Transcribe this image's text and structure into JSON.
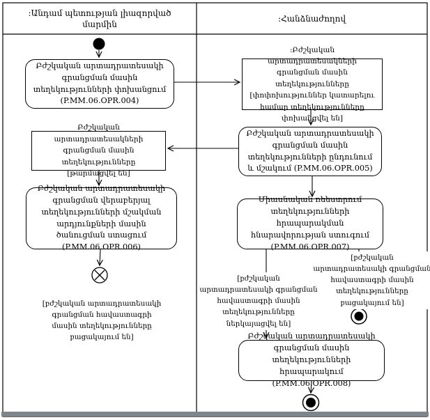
{
  "lanes": {
    "left": {
      "title": ":Անդամ պետության լիազորված մարմին"
    },
    "right": {
      "title": ":Հանձնաժողով"
    }
  },
  "nodes": {
    "transfer_info": {
      "text": "Բժշկական արտադրատեսակի գրանցման մասին տեղեկությունների փոխանցում (P.MM.06.OPR.004)"
    },
    "object_transferred": {
      "text": ":Բժշկական արտադրատեսակների գրանցման մասին տեղեկությունները [փոփոխություններ կատարելու համար տեղեկությունները փոխանցվել են]"
    },
    "receive_process": {
      "text": "Բժշկական արտադրատեսակի գրանցման մասին տեղեկությունների ընդունում և մշակում (P.MM.06.OPR.005)"
    },
    "object_updated": {
      "text": "Բժշկական արտադրատեսակների գրանցման մասին տեղեկությունները [թարմացվել են]"
    },
    "receive_notification": {
      "text": "Բժշկական արտադրատեսակի գրանցման վերաբերյալ տեղեկությունների մշակման արդյունքների մասին ծանուցման ստացում (P.MM.06.OPR.006)"
    },
    "check_publication": {
      "text": "Միասնական ռեեստրում տեղեկությունների հրապարակման հնարավորության ստուգում (P.MM.06.OPR.007)"
    },
    "publish_info": {
      "text": "Բժշկական արտադրատեսակի գրանցման մասին տեղեկությունների հրապարակում (P.MM.06.OPR.008)"
    }
  },
  "guards": {
    "left_missing": {
      "text": "[բժշկական արտադրատեսակի գրանցման հավաստագրի մասին տեղեկությունները բացակայում են]"
    },
    "submitted": {
      "text": "[բժշկական արտադրատեսակի գրանցման հավաստագրի մասին տեղեկությունները ներկայացվել են]"
    },
    "right_missing": {
      "text": "[բժշկական արտադրատեսակի գրանցման հավաստագրի մասին տեղեկությունները բացակայում են]"
    }
  },
  "icons": {
    "initial_node": "filled-circle",
    "flow_final_node": "circle-with-x",
    "activity_final_node": "bullseye"
  },
  "colors": {
    "line": "#000000",
    "background": "#ffffff",
    "bottom_edge_bar": "#7d868c"
  }
}
